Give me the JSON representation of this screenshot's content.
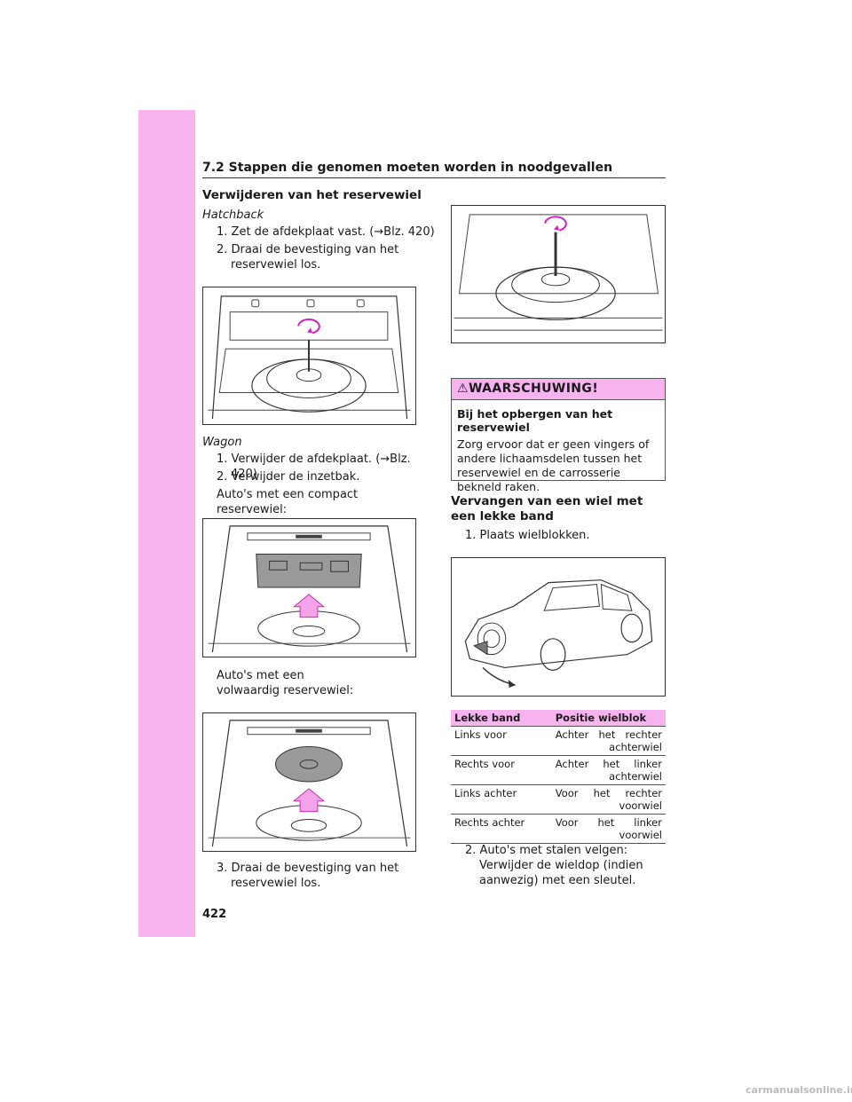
{
  "header": "7.2  Stappen die genomen moeten worden in noodgevallen",
  "section1": {
    "title": "Verwijderen van het reservewiel",
    "hatchback": {
      "label": "Hatchback",
      "step1": "1. Zet de afdekplaat vast. (→Blz. 420)",
      "step2": "2. Draai de bevestiging van het reservewiel los."
    },
    "wagon": {
      "label": "Wagon",
      "step1": "1. Verwijder de afdekplaat. (→Blz. 420)",
      "step2": "2. Verwijder de inzetbak.",
      "compact": "Auto's met een compact reservewiel:",
      "full": "Auto's met een volwaardig reservewiel:",
      "step3": "3. Draai de bevestiging van het reservewiel los."
    }
  },
  "warning": {
    "title": "WAARSCHUWING!",
    "subtitle": "Bij het opbergen van het reservewiel",
    "body": "Zorg ervoor dat er geen vingers of andere lichaamsdelen tussen het reservewiel en de carrosserie bekneld raken."
  },
  "section2": {
    "title": "Vervangen van een wiel met een lekke band",
    "step1": "1. Plaats wielblokken.",
    "table": {
      "headers": [
        "Lekke band",
        "Positie wielblok"
      ],
      "rows": [
        [
          "Links voor",
          "Achter het rechter achterwiel"
        ],
        [
          "Rechts voor",
          "Achter het linker achterwiel"
        ],
        [
          "Links achter",
          "Voor het rechter voorwiel"
        ],
        [
          "Rechts achter",
          "Voor het linker voorwiel"
        ]
      ]
    },
    "step2": "2. Auto's met stalen velgen: Verwijder de wieldop (indien aanwezig) met een sleutel."
  },
  "page_number": "422",
  "footer": "carmanualsonline.info"
}
